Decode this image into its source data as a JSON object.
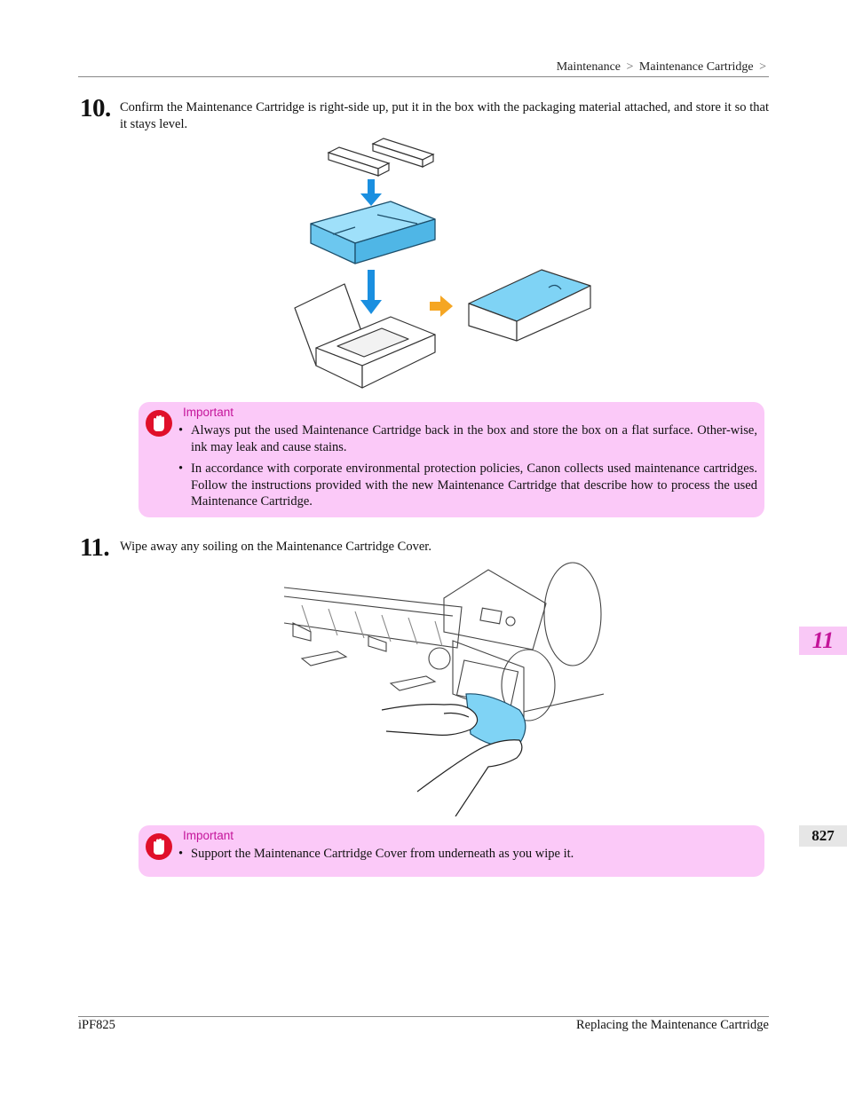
{
  "header": {
    "breadcrumb": [
      "Maintenance",
      "Maintenance Cartridge"
    ],
    "separator": ">"
  },
  "steps": [
    {
      "number": "10.",
      "text": "Confirm the Maintenance Cartridge is right-side up, put it in the box with the packaging material attached, and store it so that it stays level."
    },
    {
      "number": "11.",
      "text": "Wipe away any soiling on the Maintenance Cartridge Cover."
    }
  ],
  "important_boxes": [
    {
      "title": "Important",
      "items": [
        "Always put the used Maintenance Cartridge back in the box and store the box on a flat surface. Other-wise, ink may leak and cause stains.",
        "In accordance with corporate environmental protection policies, Canon collects used maintenance cartridges. Follow the instructions provided with the new Maintenance Cartridge that describe how to process the used Maintenance Cartridge."
      ]
    },
    {
      "title": "Important",
      "items": [
        "Support the Maintenance Cartridge Cover from underneath as you wipe it."
      ]
    }
  ],
  "side_tabs": {
    "chapter": "11",
    "page": "827"
  },
  "footer": {
    "model": "iPF825",
    "section": "Replacing the Maintenance Cartridge"
  },
  "colors": {
    "important_bg": "#fbc9f8",
    "important_title": "#c4159a",
    "icon_red": "#e0102a",
    "cartridge_blue": "#7fd3f5",
    "arrow_blue": "#1a8fe0",
    "arrow_orange": "#f5a623"
  },
  "icons": {
    "important": "stop-hand-icon"
  }
}
